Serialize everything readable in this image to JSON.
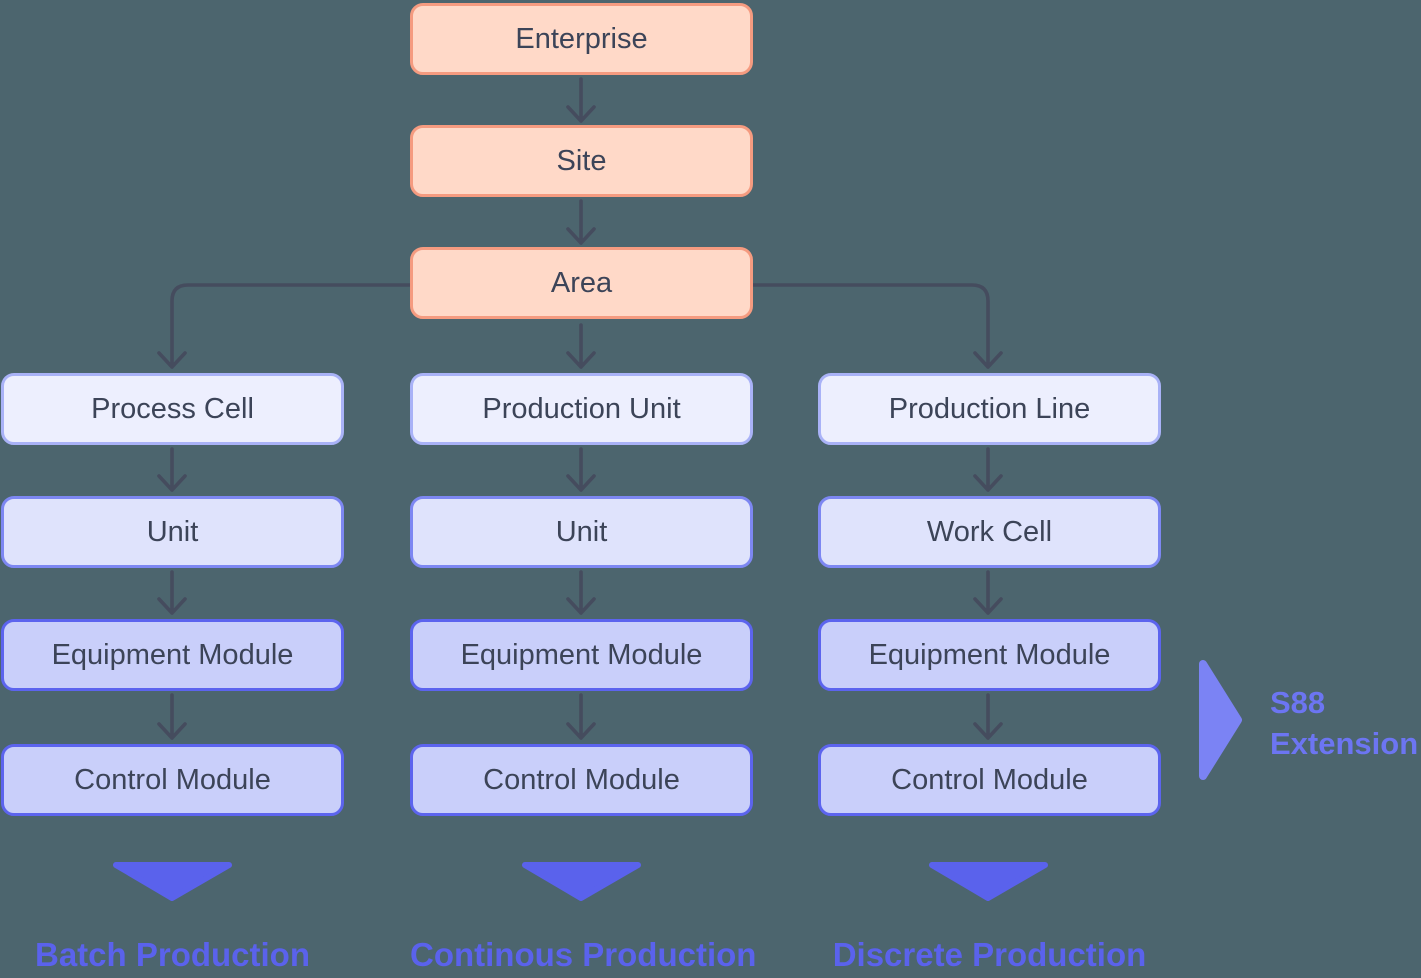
{
  "colors": {
    "background": "#4C656E",
    "enterprise_fill": "#FFD9C8",
    "enterprise_border": "#F59B80",
    "level1_fill": "#EDEFFE",
    "level1_border": "#A9B2F7",
    "level2_fill": "#DFE3FC",
    "level2_border": "#7D87F2",
    "level3_fill": "#C9CFFA",
    "level3_border": "#5C64EE",
    "connector": "#454C5E",
    "node_text": "#3C4458",
    "footer_text": "#5A62EC",
    "footer_triangle": "#5A62EC",
    "annotation_text": "#6C75F2",
    "annotation_triangle": "#7B83F4"
  },
  "top_chain": [
    {
      "label": "Enterprise"
    },
    {
      "label": "Site"
    },
    {
      "label": "Area"
    }
  ],
  "columns": [
    {
      "levels": [
        "Process Cell",
        "Unit",
        "Equipment Module",
        "Control Module"
      ],
      "footer": "Batch Production"
    },
    {
      "levels": [
        "Production Unit",
        "Unit",
        "Equipment Module",
        "Control Module"
      ],
      "footer": "Continous Production"
    },
    {
      "levels": [
        "Production Line",
        "Work Cell",
        "Equipment Module",
        "Control Module"
      ],
      "footer": "Discrete Production"
    }
  ],
  "annotation": {
    "line1": "S88",
    "line2": "Extension"
  }
}
